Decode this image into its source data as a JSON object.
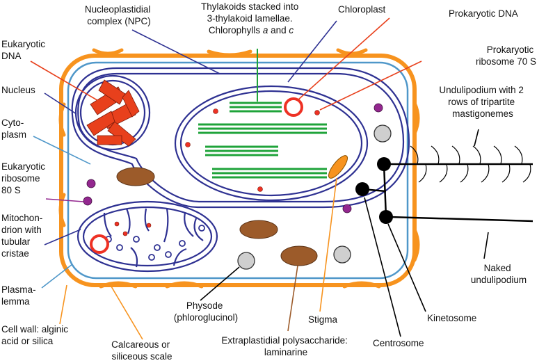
{
  "colors": {
    "cell_wall": "#f7931e",
    "plasmalemma": "#4f97c9",
    "membrane": "#2e3192",
    "thylakoid": "#1fa33a",
    "dna": "#e8401c",
    "ribosome": "#ee3124",
    "euk_ribosome": "#93278f",
    "polysaccharide": "#9c5b2a",
    "physode_fill": "#cfcfcf",
    "stigma": "#f7931e",
    "kinetosome": "#000000"
  },
  "labels": {
    "npc": [
      "Nucleoplastidial",
      "complex (NPC)"
    ],
    "thylakoids": [
      "Thylakoids stacked into",
      "3-thylakoid lamellae.",
      "Chlorophylls ",
      "a",
      " and ",
      "c"
    ],
    "chloroplast": "Chloroplast",
    "prok_dna": "Prokaryotic DNA",
    "prok_ribosome": [
      "Prokaryotic",
      "ribosome 70 S"
    ],
    "euk_dna": [
      "Eukaryotic",
      "DNA"
    ],
    "nucleus": "Nucleus",
    "cytoplasm": [
      "Cyto-",
      "plasm"
    ],
    "euk_ribosome": [
      "Eukaryotic",
      "ribosome",
      "80 S"
    ],
    "mitochondrion": [
      "Mitochon-",
      "drion with",
      "tubular",
      "cristae"
    ],
    "plasmalemma": [
      "Plasma-",
      "lemma"
    ],
    "cell_wall": [
      "Cell wall: alginic",
      "acid or silica"
    ],
    "scale": [
      "Calcareous or",
      "siliceous scale"
    ],
    "physode": [
      "Physode",
      "(phloroglucinol)"
    ],
    "polysaccharide": [
      "Extraplastidial polysaccharide:",
      "laminarine"
    ],
    "stigma": "Stigma",
    "centrosome": "Centrosome",
    "kinetosome": "Kinetosome",
    "undulipodium": [
      "Undulipodium with 2",
      "rows of tripartite",
      "mastigonemes"
    ],
    "naked": [
      "Naked",
      "undulipodium"
    ]
  }
}
